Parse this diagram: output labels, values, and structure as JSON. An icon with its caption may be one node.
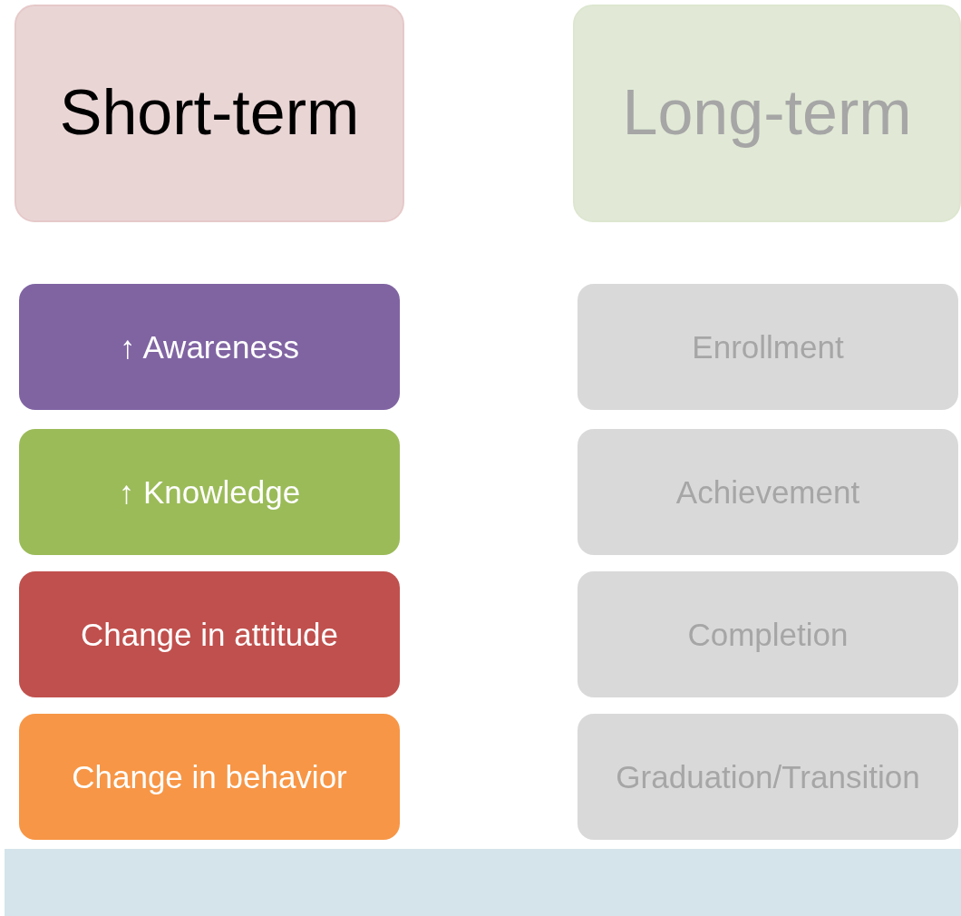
{
  "diagram": {
    "nodes": [
      {
        "text": [
          "Short-term"
        ]
      },
      {
        "text": [
          "Long-term"
        ]
      },
      {
        "text": [
          "↑ Awareness"
        ]
      },
      {
        "text": [
          "Enrollment"
        ]
      },
      {
        "text": [
          "↑ Knowledge"
        ]
      },
      {
        "text": [
          "Achievement"
        ]
      },
      {
        "text": [
          "Change in attitude"
        ]
      },
      {
        "text": [
          "Completion"
        ]
      },
      {
        "text": [
          "Change in behavior"
        ]
      },
      {
        "text": [
          "Graduation/Transition"
        ]
      },
      {
        "text": [],
        "shape": "box"
      }
    ]
  }
}
